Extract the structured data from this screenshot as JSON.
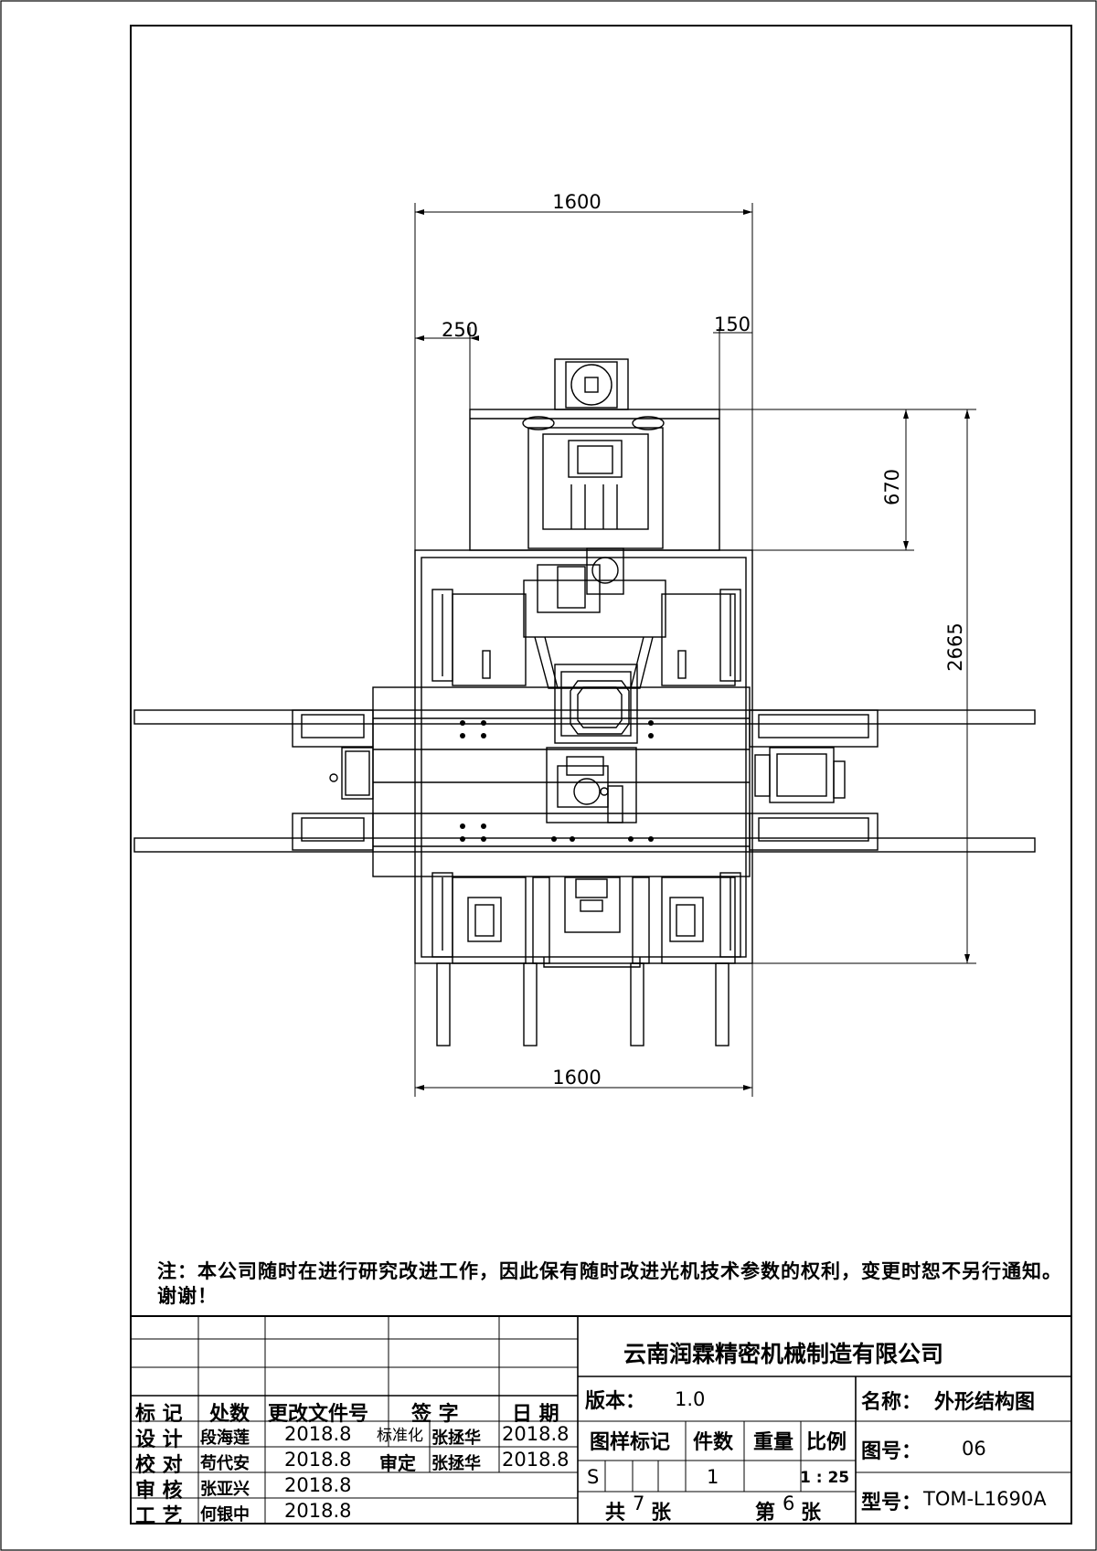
{
  "dimensions": {
    "top_width": "1600",
    "left_offset": "250",
    "right_offset": "150",
    "upper_height": "670",
    "total_height": "2665",
    "bottom_width": "1600"
  },
  "note": "注：本公司随时在进行研究改进工作，因此保有随时改进光机技术参数的权利，变更时恕不另行通知。谢谢！",
  "title_block": {
    "company": "云南润霖精密机械制造有限公司",
    "revision_headers": {
      "mark": "标 记",
      "count": "处数",
      "change_doc": "更改文件号",
      "signature": "签 字",
      "date": "日 期"
    },
    "roles": {
      "design": "设 计",
      "check": "校 对",
      "review": "审 核",
      "process": "工 艺",
      "standardize": "标准化",
      "approve": "审定"
    },
    "people": {
      "design": "段海莲",
      "check": "苟代安",
      "review": "张亚兴",
      "process": "何银中",
      "standardize": "张拯华",
      "approve": "张拯华"
    },
    "dates": {
      "design": "2018.8",
      "check": "2018.8",
      "review": "2018.8",
      "process": "2018.8",
      "standardize": "2018.8",
      "approve": "2018.8"
    },
    "version_label": "版本：",
    "version_value": "1.0",
    "name_label": "名称：",
    "name_value": "外形结构图",
    "sample_mark_label": "图样标记",
    "quantity_label": "件数",
    "weight_label": "重量",
    "scale_label": "比例",
    "sample_mark_value": "S",
    "quantity_value": "1",
    "scale_value": "1 : 25",
    "drawing_no_label": "图号：",
    "drawing_no_value": "06",
    "total_sheets_prefix": "共",
    "total_sheets_value": "7",
    "total_sheets_suffix": "张",
    "sheet_prefix": "第",
    "sheet_value": "6",
    "sheet_suffix": "张",
    "model_label": "型号：",
    "model_value": "TOM-L1690A"
  }
}
